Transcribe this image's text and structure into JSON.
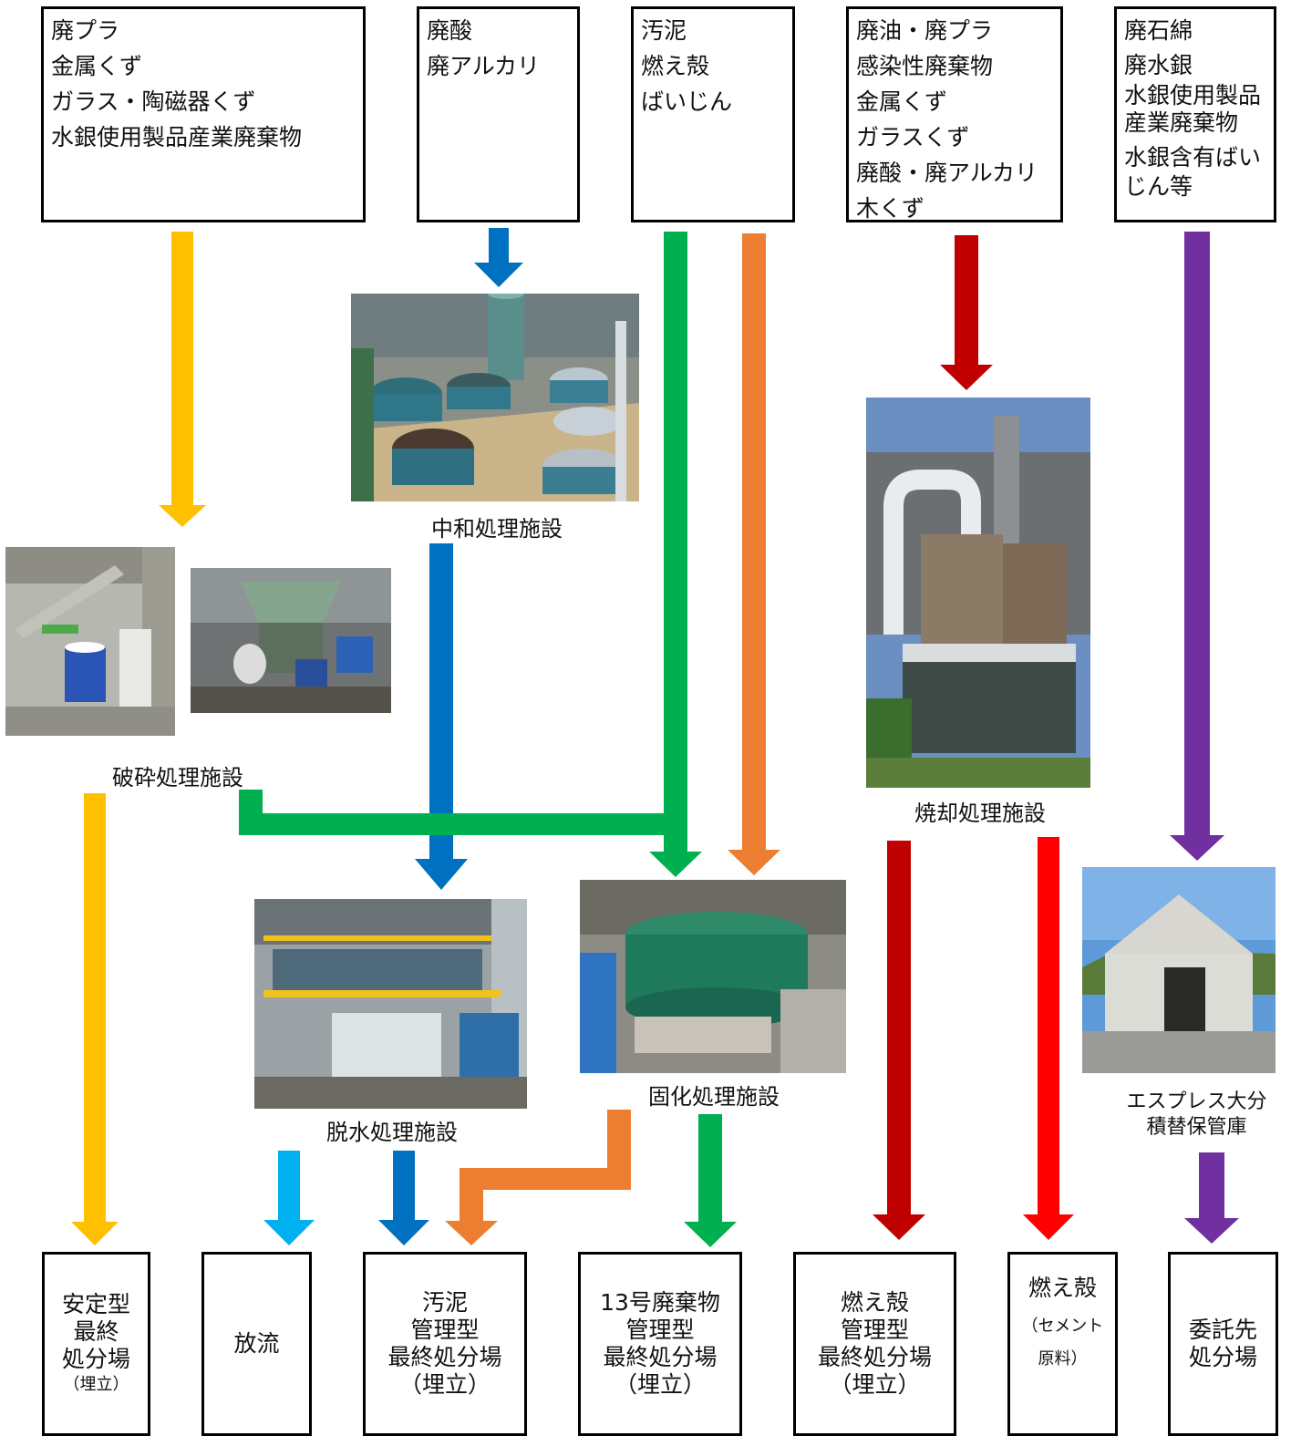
{
  "sources": [
    {
      "lines": [
        "廃プラ",
        "金属くず",
        "ガラス・陶磁器くず",
        "水銀使用製品産業廃棄物"
      ]
    },
    {
      "lines": [
        "廃酸",
        "廃アルカリ"
      ]
    },
    {
      "lines": [
        "汚泥",
        "燃え殻",
        "ばいじん"
      ]
    },
    {
      "lines": [
        "廃油・廃プラ",
        "感染性廃棄物",
        "金属くず",
        "ガラスくず",
        "廃酸・廃アルカリ",
        "木くず"
      ]
    },
    {
      "lines": [
        "廃石綿",
        "廃水銀",
        "水銀使用製品",
        "産業廃棄物",
        "水銀含有ばい",
        "じん等"
      ]
    }
  ],
  "facilities": {
    "neutralization": "中和処理施設",
    "crushing": "破砕処理施設",
    "incineration": "焼却処理施設",
    "dewatering": "脱水処理施設",
    "solidification": "固化処理施設",
    "storage_line1": "エスプレス大分",
    "storage_line2": "積替保管庫"
  },
  "destinations": [
    {
      "lines": [
        "安定型",
        "最終",
        "処分場"
      ],
      "small": "（埋立）"
    },
    {
      "lines": [
        "放流"
      ]
    },
    {
      "lines": [
        "汚泥",
        "管理型",
        "最終処分場",
        "（埋立）"
      ]
    },
    {
      "lines": [
        "13号廃棄物",
        "管理型",
        "最終処分場",
        "（埋立）"
      ]
    },
    {
      "lines": [
        "燃え殻",
        "管理型",
        "最終処分場",
        "（埋立）"
      ]
    },
    {
      "lines": [
        "燃え殻"
      ],
      "small1": "（セメント",
      "small2": "原料）"
    },
    {
      "lines": [
        "委託先",
        "処分場"
      ]
    }
  ],
  "colors": {
    "yellow": "#ffc000",
    "blue": "#0070c0",
    "light_blue": "#00b0f0",
    "green": "#00b050",
    "orange": "#ed7d31",
    "dark_red": "#c00000",
    "red": "#ff0000",
    "purple": "#7030a0"
  }
}
